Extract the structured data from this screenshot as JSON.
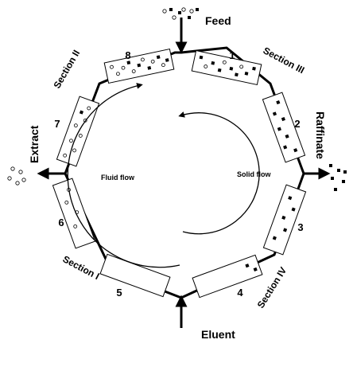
{
  "diagram": {
    "streams": {
      "feed": "Feed",
      "raffinate": "Raffinate",
      "extract": "Extract",
      "eluent": "Eluent"
    },
    "sections": {
      "s1": "Section I",
      "s2": "Section II",
      "s3": "Section III",
      "s4": "Section IV"
    },
    "columns": [
      "1",
      "2",
      "3",
      "4",
      "5",
      "6",
      "7",
      "8"
    ],
    "flows": {
      "fluid": "Fluid flow",
      "solid": "Solid flow"
    },
    "colors": {
      "line": "#000000",
      "column_fill": "#ffffff",
      "particle_a": "#000000",
      "particle_b": "#ffffff"
    }
  }
}
